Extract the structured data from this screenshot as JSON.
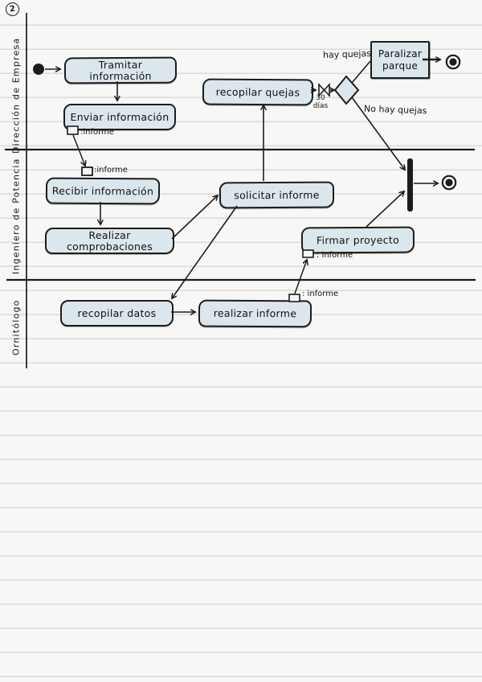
{
  "page_badge": "2",
  "lanes": {
    "top": "Dirección de Empresa",
    "middle": "Ingeniero de Potencia",
    "bottom": "Ornitólogo"
  },
  "activities": {
    "tramitar": "Tramitar información",
    "enviar": "Enviar información",
    "recibir": "Recibir información",
    "comprobaciones": "Realizar comprobaciones",
    "recopilar_quejas": "recopilar quejas",
    "solicitar_informe": "solicitar informe",
    "firmar_proyecto": "Firmar proyecto",
    "recopilar_datos": "recopilar datos",
    "realizar_informe": "realizar informe",
    "paralizar_parque": "Paralizar parque"
  },
  "guards": {
    "hay_quejas": "hay quejas",
    "no_hay_quejas": "No hay quejas"
  },
  "timer": {
    "duration": "30",
    "unit": "días"
  },
  "notes": {
    "informe": ":informe",
    "informe_spaced": ": informe"
  },
  "colors": {
    "paper": "#f7f7f5",
    "rule_line": "#d9dbd9",
    "node_fill": "#dce7ed",
    "ink": "#1c1c1c"
  }
}
